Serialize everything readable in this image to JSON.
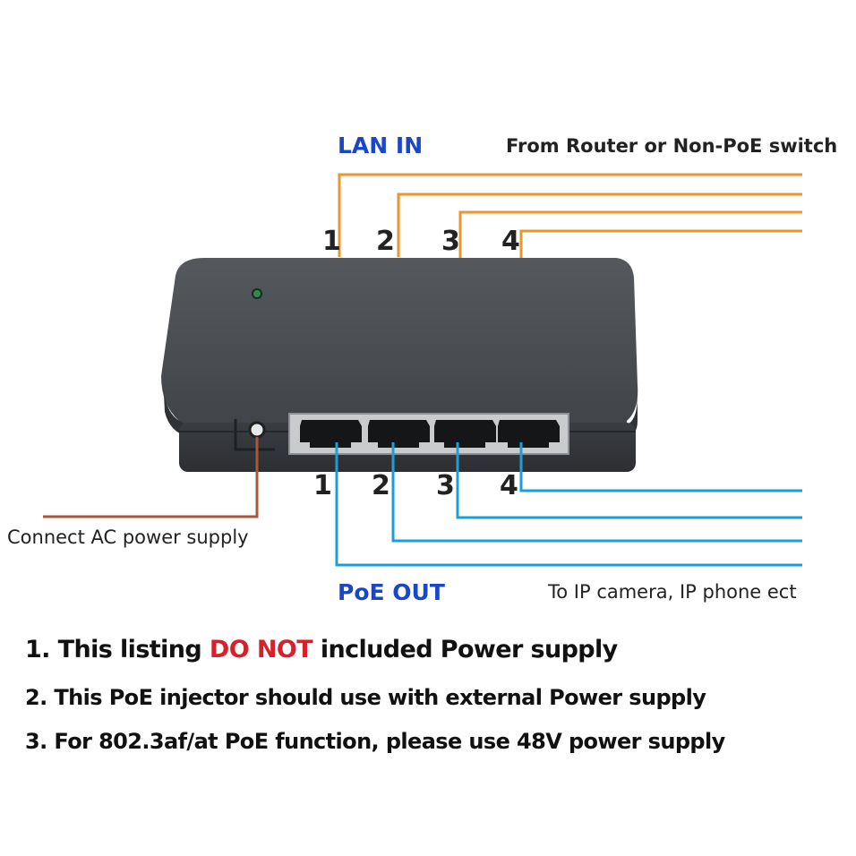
{
  "diagram": {
    "title_lan_in": "LAN IN",
    "lan_in_source": "From Router or Non-PoE switch",
    "title_poe_out": "PoE OUT",
    "poe_out_target": "To IP camera, IP phone ect",
    "power_label": "Connect AC power supply",
    "top_port_numbers": [
      "1",
      "2",
      "3",
      "4"
    ],
    "bottom_port_numbers": [
      "1",
      "2",
      "3",
      "4"
    ],
    "colors": {
      "lan_in_wire": "#e8962e",
      "poe_out_wire": "#1aa0d8",
      "power_wire": "#a8583a",
      "label_blue": "#1a46c8",
      "warning_red": "#d9202a",
      "device_body": "#3a3d42"
    }
  },
  "notes": [
    {
      "prefix": "1. This listing ",
      "highlight": "DO NOT",
      "suffix": " included Power supply"
    },
    {
      "text": "2. This PoE injector should use with external Power supply"
    },
    {
      "text": "3. For 802.3af/at PoE function, please use 48V power supply"
    }
  ]
}
